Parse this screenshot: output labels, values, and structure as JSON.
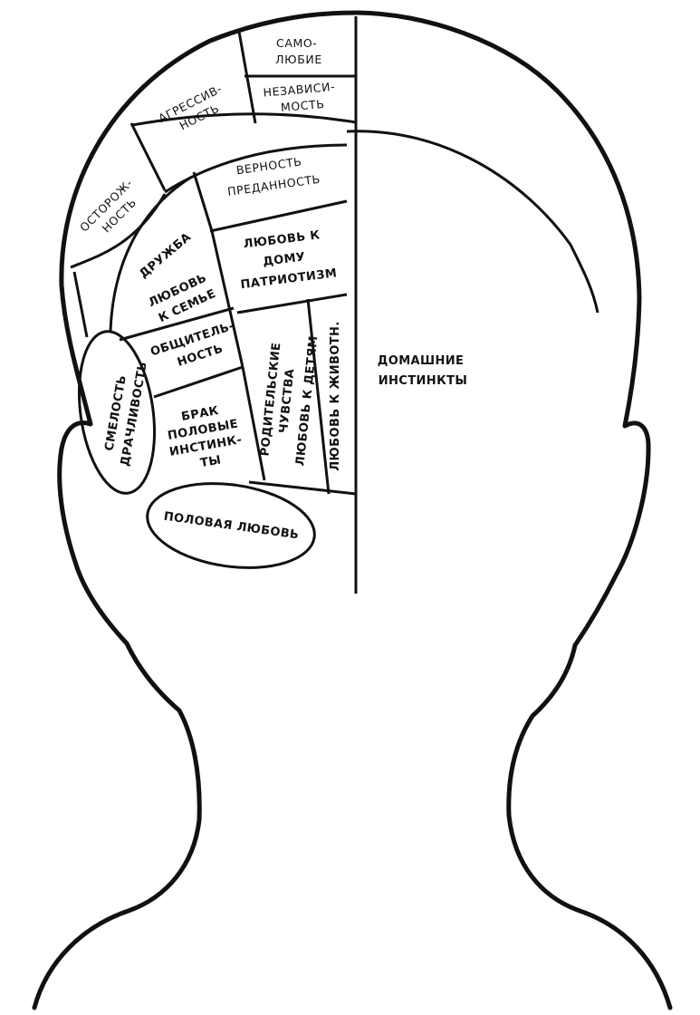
{
  "regions": {
    "self_love": {
      "line1": "САМО-",
      "line2": "ЛЮБИЕ"
    },
    "independence": {
      "line1": "НЕЗАВИСИ-",
      "line2": "МОСТЬ"
    },
    "aggressiveness": {
      "line1": "АГРЕССИВ-",
      "line2": "НОСТЬ"
    },
    "caution": {
      "line1": "ОСТОРОЖ-",
      "line2": "НОСТЬ"
    },
    "fidelity": {
      "line1": "ВЕРНОСТЬ",
      "line2": "ПРЕДАННОСТЬ"
    },
    "friendship": {
      "line1": "ДРУЖБА"
    },
    "love_of_home": {
      "line1": "ЛЮБОВЬ К",
      "line2": "ДОМУ",
      "line3": "ПАТРИОТИЗМ"
    },
    "family_love": {
      "line1": "ЛЮБОВЬ",
      "line2": "К СЕМЬЕ"
    },
    "sociability": {
      "line1": "ОБЩИТЕЛЬ-",
      "line2": "НОСТЬ"
    },
    "courage": {
      "line1": "СМЕЛОСТЬ",
      "line2": "ДРАЧЛИВОСТЬ"
    },
    "marriage": {
      "line1": "БРАК",
      "line2": "ПОЛОВЫЕ",
      "line3": "ИНСТИНК-",
      "line4": "ТЫ"
    },
    "parental": {
      "line1": "РОДИТЕЛЬСКИЕ",
      "line2": "ЧУВСТВА",
      "line3": "ЛЮБОВЬ К ДЕТЯМ"
    },
    "love_animals": {
      "line1": "ЛЮБОВЬ К ЖИВОТН."
    },
    "sexual_love": {
      "line1": "ПОЛОВАЯ ЛЮБОВЬ"
    },
    "domestic": {
      "line1": "ДОМАШНИЕ",
      "line2": "ИНСТИНКТЫ"
    }
  }
}
